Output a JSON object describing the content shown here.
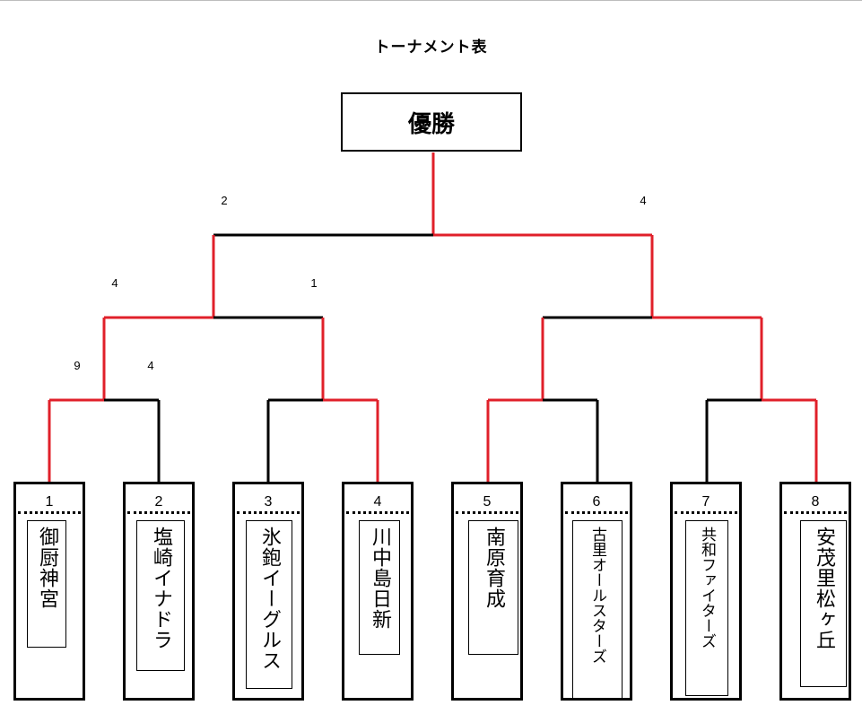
{
  "title": "トーナメント表",
  "champion_label": "優勝",
  "scores": {
    "final_left": "2",
    "final_right": "4",
    "semi_left_top": "4",
    "semi_left_bottom": "1",
    "qf1_left": "9",
    "qf1_right": "4"
  },
  "teams": [
    {
      "number": "1",
      "name": "御厨神宮"
    },
    {
      "number": "2",
      "name": "塩崎イナドラ"
    },
    {
      "number": "3",
      "name": "氷鉋イーグルス"
    },
    {
      "number": "4",
      "name": "川中島日新"
    },
    {
      "number": "5",
      "name": "南原育成"
    },
    {
      "number": "6",
      "name": "古里オールスターズ"
    },
    {
      "number": "7",
      "name": "共和ファイターズ"
    },
    {
      "number": "8",
      "name": "安茂里松ヶ丘"
    }
  ],
  "colors": {
    "winner_line": "#e0202a",
    "loser_line": "#000000"
  }
}
